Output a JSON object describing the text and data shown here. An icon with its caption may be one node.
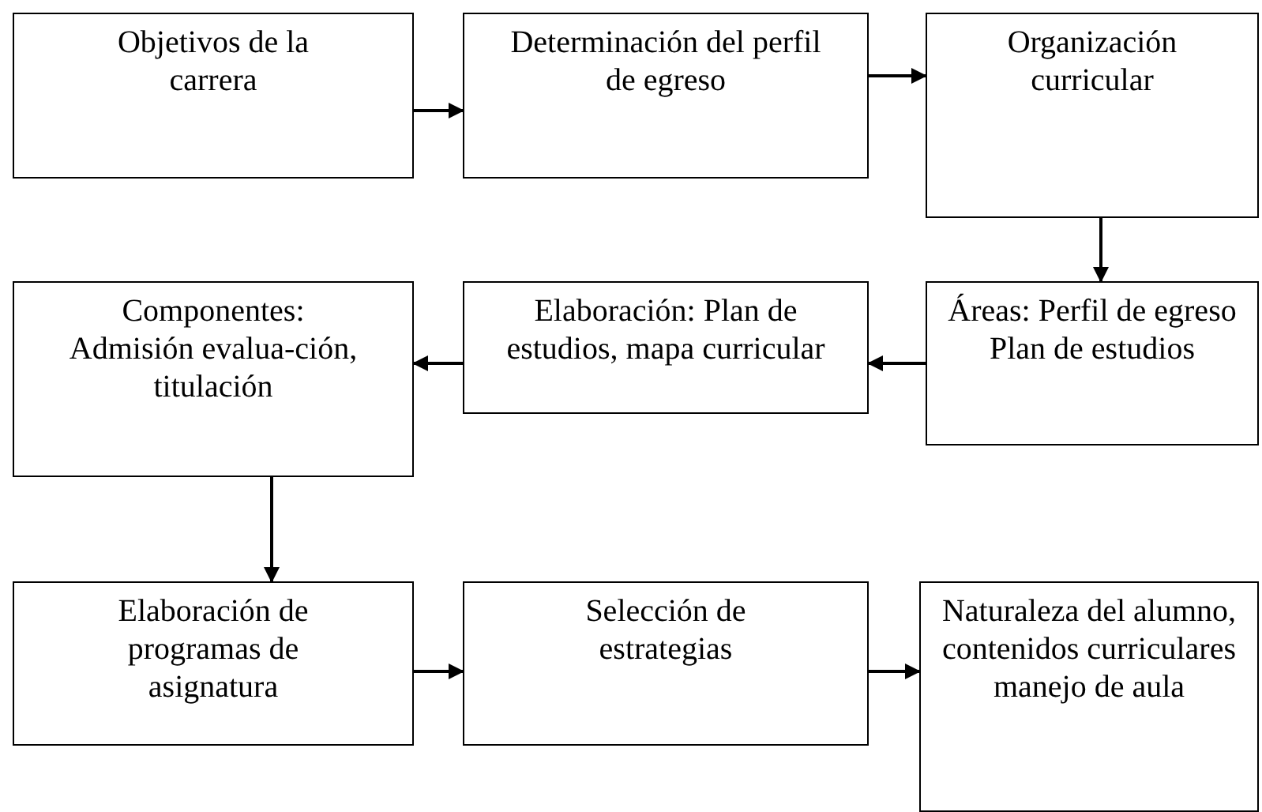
{
  "diagram": {
    "nodes": [
      {
        "text": [
          "Objetivos de la carrera"
        ]
      },
      {
        "text": [
          "Determinación del perfil de egreso"
        ]
      },
      {
        "text": [
          "Organización curricular"
        ]
      },
      {
        "text": [
          "Componentes: Admisión evalua-ción, titulación"
        ]
      },
      {
        "text": [
          "Elaboración: Plan de estudios, mapa curricular"
        ]
      },
      {
        "text": [
          "Áreas: Perfil de egreso Plan de estudios"
        ]
      },
      {
        "text": [
          "Elaboración de programas de asignatura"
        ]
      },
      {
        "text": [
          "Selección de estrategias"
        ]
      },
      {
        "text": [
          "Naturaleza del alumno, contenidos curriculares manejo de aula"
        ]
      }
    ],
    "edges": [
      {
        "from": 0,
        "to": 1,
        "arrow": "to"
      },
      {
        "from": 1,
        "to": 2,
        "arrow": "to"
      },
      {
        "from": 2,
        "to": 5,
        "arrow": "to"
      },
      {
        "from": 5,
        "to": 4,
        "arrow": "to"
      },
      {
        "from": 4,
        "to": 3,
        "arrow": "to"
      },
      {
        "from": 3,
        "to": 6,
        "arrow": "to"
      },
      {
        "from": 6,
        "to": 7,
        "arrow": "to"
      },
      {
        "from": 7,
        "to": 8,
        "arrow": "to"
      }
    ]
  }
}
